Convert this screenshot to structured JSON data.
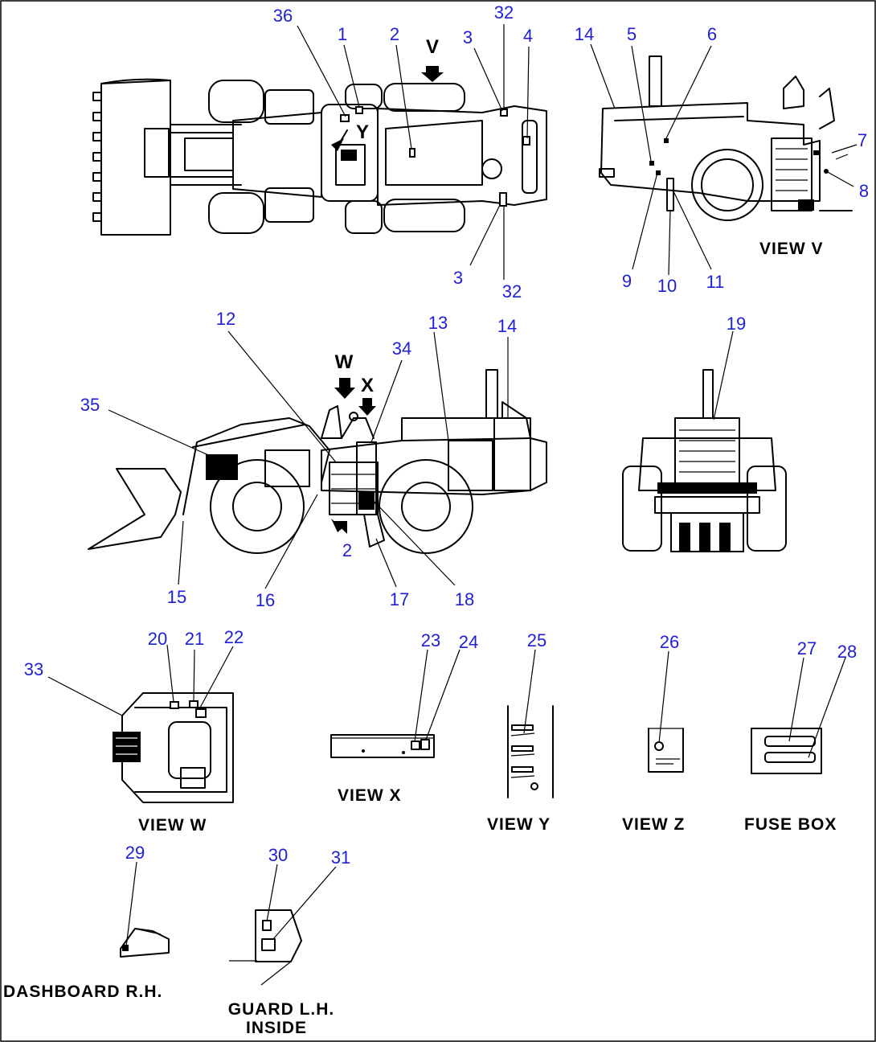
{
  "callouts": {
    "c36": "36",
    "c1": "1",
    "c2a": "2",
    "c32a": "32",
    "c3a": "3",
    "c4": "4",
    "c3b": "3",
    "c32b": "32",
    "c14a": "14",
    "c5": "5",
    "c6": "6",
    "c7": "7",
    "c8": "8",
    "c9": "9",
    "c10": "10",
    "c11": "11",
    "c12": "12",
    "c34": "34",
    "c13": "13",
    "c14b": "14",
    "c35": "35",
    "c2b": "2",
    "c15": "15",
    "c16": "16",
    "c17": "17",
    "c18": "18",
    "c19": "19",
    "c33": "33",
    "c20": "20",
    "c21": "21",
    "c22": "22",
    "c23": "23",
    "c24": "24",
    "c25": "25",
    "c26": "26",
    "c27": "27",
    "c28": "28",
    "c29": "29",
    "c30": "30",
    "c31": "31"
  },
  "view_letters": {
    "v": "V",
    "y": "Y",
    "w": "W",
    "x": "X"
  },
  "captions": {
    "view_v": "VIEW  V",
    "view_w": "VIEW  W",
    "view_x": "VIEW  X",
    "view_y": "VIEW  Y",
    "view_z": "VIEW  Z",
    "fuse_box": "FUSE  BOX",
    "dashboard": "DASHBOARD R.H.",
    "guard_line1": "GUARD L.H.",
    "guard_line2": "INSIDE"
  },
  "colors": {
    "callout_text": "#1f1fd6",
    "line_art": "#000000",
    "background": "#ffffff"
  }
}
